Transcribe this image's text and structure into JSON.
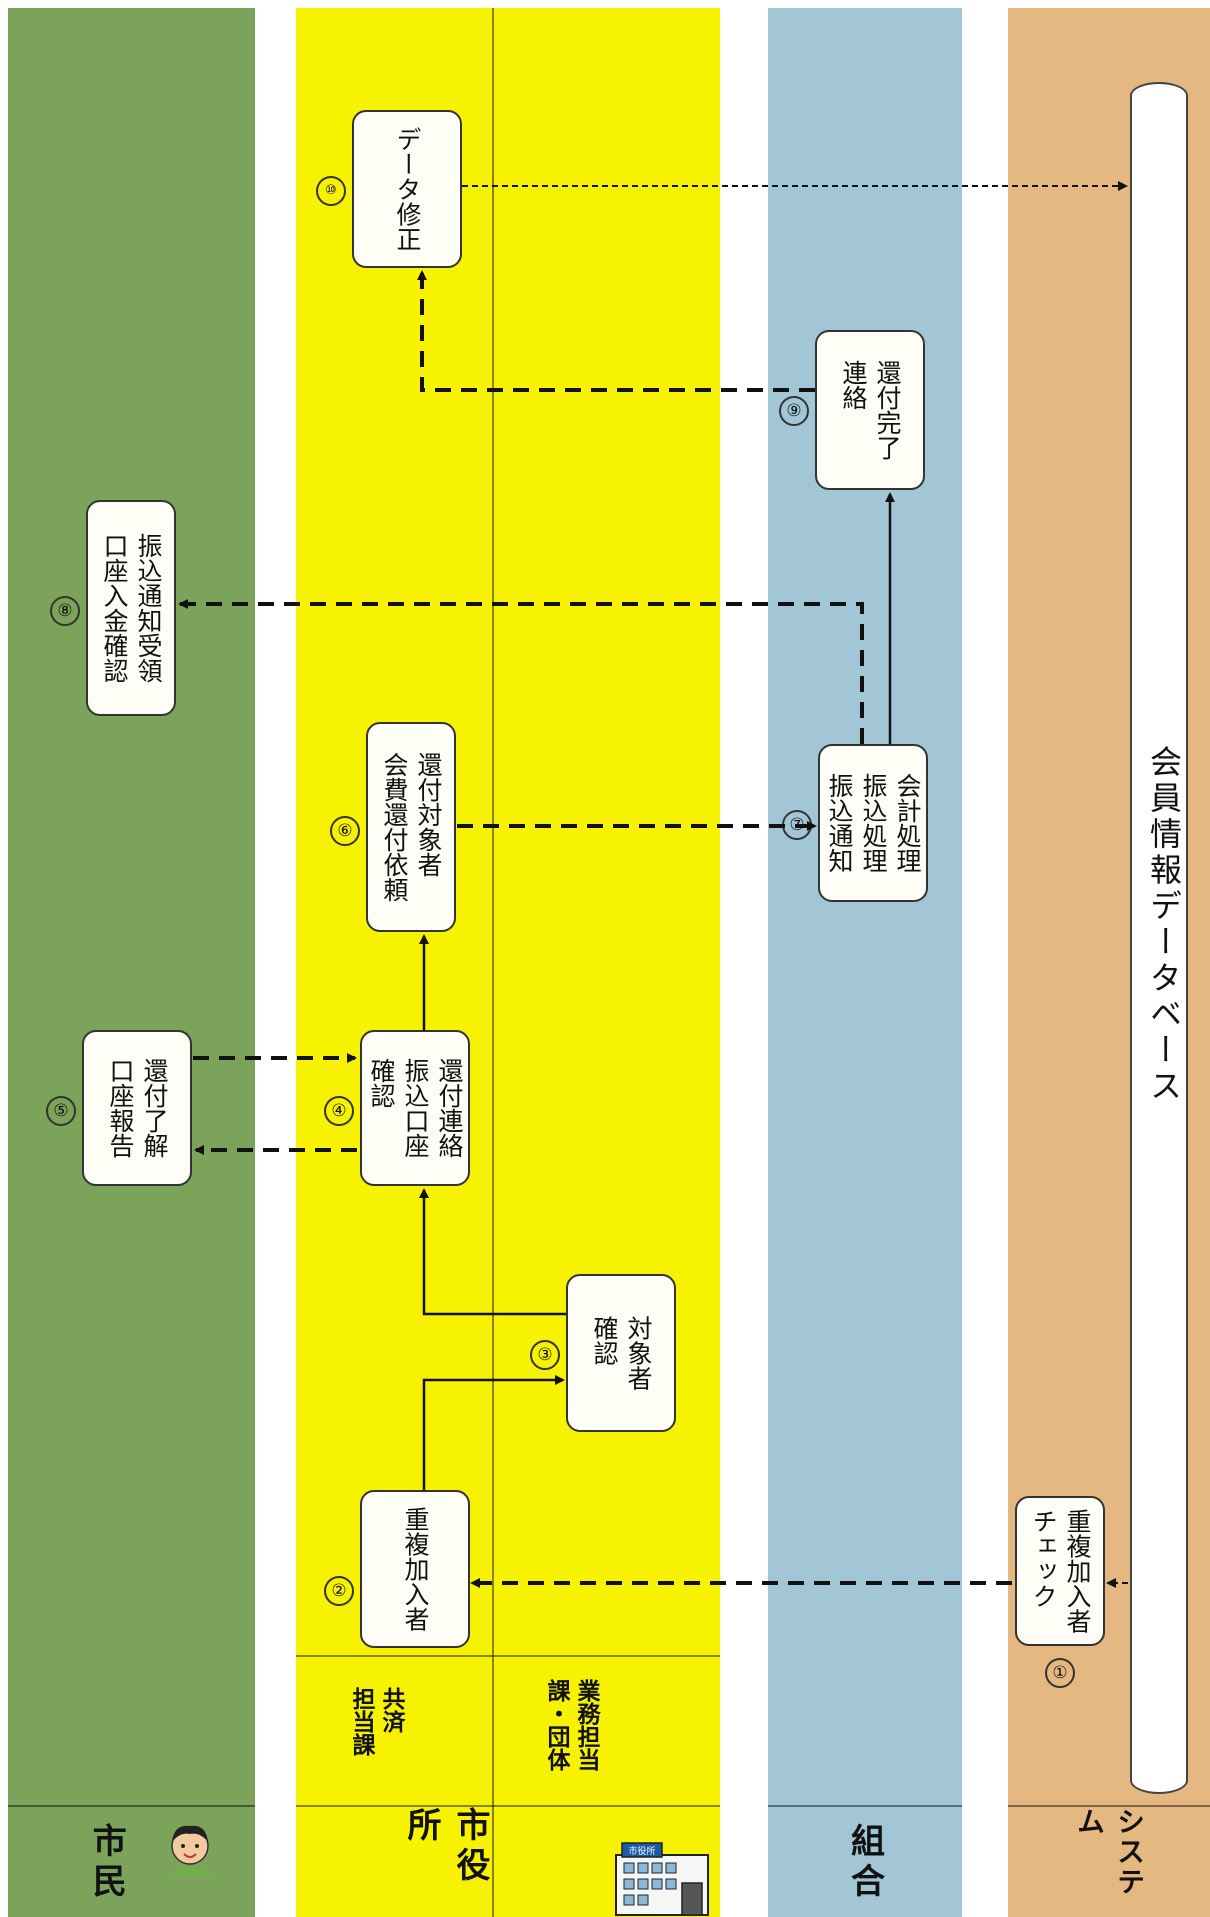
{
  "lanes": {
    "citizen": {
      "label": "市民",
      "color": "#7ba35a"
    },
    "city": {
      "label": "市役所",
      "color": "#f7f200",
      "sub_a": "共済\n担当課",
      "sub_b": "業務担当\n課・団体"
    },
    "union": {
      "label": "組合",
      "color": "#a3c6d7"
    },
    "system": {
      "label": "システム",
      "color": "#e4b880"
    }
  },
  "steps": [
    {
      "id": "s1",
      "number": "①",
      "label": "重複加入者\nチェック"
    },
    {
      "id": "s2",
      "number": "②",
      "label": "重複加入者"
    },
    {
      "id": "s3",
      "number": "③",
      "label": "対象者\n確認"
    },
    {
      "id": "s4",
      "number": "④",
      "label": "還付連絡\n振込口座\n確認"
    },
    {
      "id": "s5",
      "number": "⑤",
      "label": "還付了解\n口座報告"
    },
    {
      "id": "s6",
      "number": "⑥",
      "label": "還付対象者\n会費還付依頼"
    },
    {
      "id": "s7",
      "number": "⑦",
      "label": "会計処理\n振込処理\n振込通知"
    },
    {
      "id": "s8",
      "number": "⑧",
      "label": "振込通知受領\n口座入金確認"
    },
    {
      "id": "s9",
      "number": "⑨",
      "label": "還付完了\n連絡"
    },
    {
      "id": "s10",
      "number": "⑩",
      "label": "データ修正"
    }
  ],
  "database": {
    "label": "会員情報データベース"
  },
  "icons": {
    "citizen": "person-icon",
    "city": "city-hall-building-icon"
  },
  "building_sign": "市役所"
}
